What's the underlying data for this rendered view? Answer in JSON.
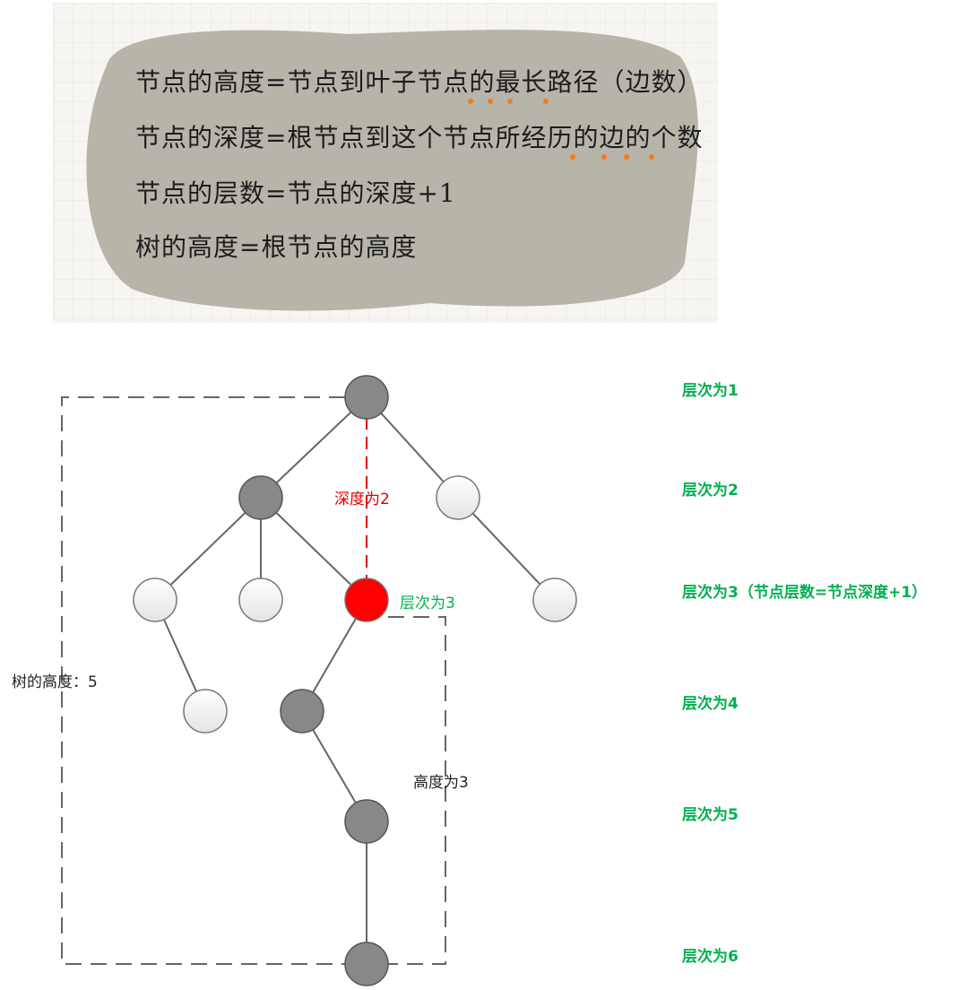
{
  "note": {
    "lines": [
      "节点的高度=节点到叶子节点的最长路径（边数）",
      "节点的深度=根节点到这个节点所经历的边的个数",
      "节点的层数=节点的深度+1",
      "树的高度=根节点的高度"
    ],
    "panel_color": "#b7b4aa",
    "highlight_color": "#f27a20"
  },
  "diagram": {
    "depth_label": "深度为2",
    "node_level_label": "层次为3",
    "subtree_height_label": "高度为3",
    "tree_height_label": "树的高度：5",
    "levels": [
      "层次为1",
      "层次为2",
      "层次为3（节点层数=节点深度+1）",
      "层次为4",
      "层次为5",
      "层次为6"
    ],
    "colors": {
      "level_text": "#00b050",
      "depth_text": "#e00000",
      "target_node": "#ff0000",
      "path_node": "#888888",
      "other_node": "#f2f2f2"
    }
  }
}
